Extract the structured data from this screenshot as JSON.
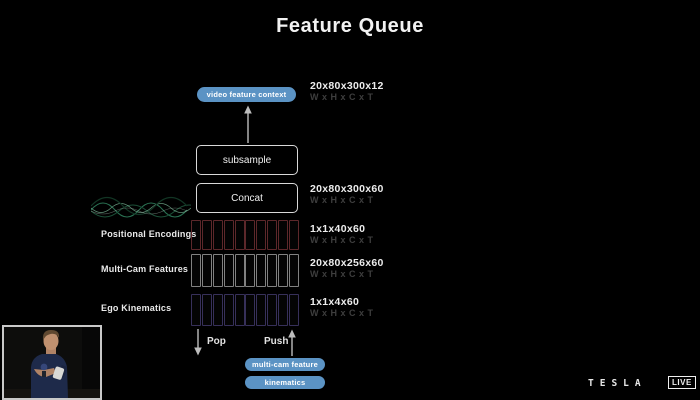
{
  "title": "Feature Queue",
  "accent_blue": "#5b93c4",
  "diagram": {
    "output_chip": "video feature context",
    "output_dims": "20x80x300x12",
    "dims_legend": "W x H x C x T",
    "subsample": "subsample",
    "concat": "Concat",
    "concat_dims": "20x80x300x60",
    "rows": [
      {
        "label": "Positional Encodings",
        "dims": "1x1x40x60",
        "legend": "W x H x C x T",
        "color": "#5d282b",
        "cells": 10
      },
      {
        "label": "Multi-Cam Features",
        "dims": "20x80x256x60",
        "legend": "W x H x C x T",
        "color": "#818181",
        "cells": 10
      },
      {
        "label": "Ego Kinematics",
        "dims": "1x1x4x60",
        "legend": "W x H x C x T",
        "color": "#37305a",
        "cells": 10
      }
    ],
    "pop": "Pop",
    "push": "Push",
    "input_chips": [
      "multi-cam feature",
      "kinematics"
    ]
  },
  "footer": {
    "brand": "TESLA",
    "live": "LIVE"
  }
}
